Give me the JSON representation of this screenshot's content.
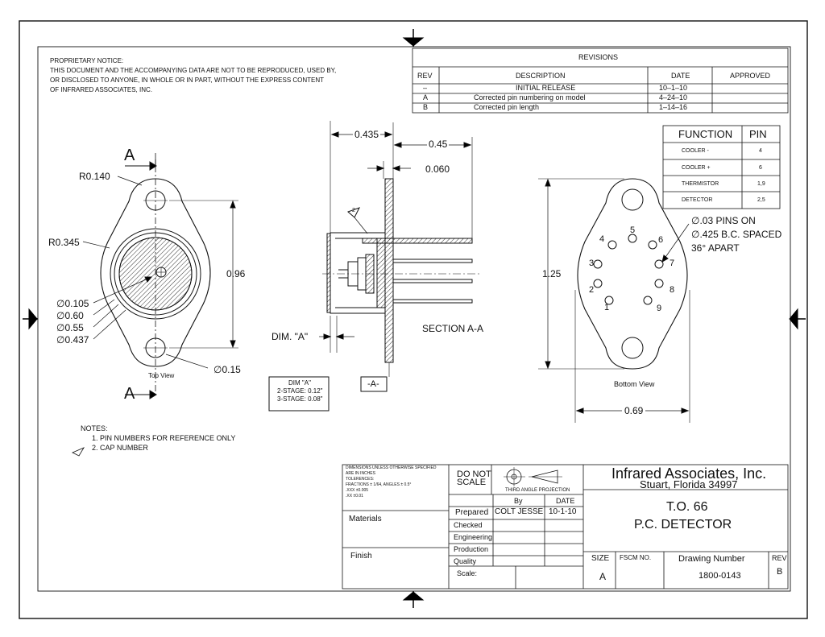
{
  "proprietary_notice": {
    "title": "PROPRIETARY NOTICE:",
    "lines": [
      "THIS DOCUMENT AND THE ACCOMPANYING DATA ARE NOT TO BE REPRODUCED, USED BY,",
      "OR DISCLOSED TO ANYONE, IN WHOLE OR IN PART, WITHOUT THE EXPRESS CONTENT",
      "OF INFRARED ASSOCIATES, INC."
    ]
  },
  "revisions": {
    "title": "REVISIONS",
    "headers": [
      "REV",
      "DESCRIPTION",
      "DATE",
      "APPROVED"
    ],
    "rows": [
      {
        "rev": "–",
        "desc": "INITIAL  RELEASE",
        "date": "10–1–10",
        "approved": ""
      },
      {
        "rev": "A",
        "desc": "Corrected  pin  numbering  on  model",
        "date": "4–24–10",
        "approved": ""
      },
      {
        "rev": "B",
        "desc": "Corrected  pin  length",
        "date": "1–14–16",
        "approved": ""
      }
    ]
  },
  "function_table": {
    "headers": [
      "FUNCTION",
      "PIN"
    ],
    "rows": [
      {
        "function": "COOLER  -",
        "pin": "4"
      },
      {
        "function": "COOLER  +",
        "pin": "6"
      },
      {
        "function": "THERMISTOR",
        "pin": "1,9"
      },
      {
        "function": "DETECTOR",
        "pin": "2,5"
      }
    ]
  },
  "top_view": {
    "section_mark": "A",
    "caption": "Top View",
    "dims": {
      "r_outer": "R0.140",
      "r_body": "R0.345",
      "d_105": "∅0.105",
      "d_60": "∅0.60",
      "d_55": "∅0.55",
      "d_437": "∅0.437",
      "d_15": "∅0.15",
      "h_96": "0.96"
    }
  },
  "section_view": {
    "title": "SECTION A-A",
    "dims": {
      "d_435": "0.435",
      "d_45": "0.45",
      "d_060": "0.060",
      "dim_a": "DIM. \"A\""
    },
    "callout": "2",
    "datum": "-A-",
    "dim_a_box": {
      "title": "DIM \"A\"",
      "line1": "2-STAGE: 0.12\"",
      "line2": "3-STAGE: 0.08\""
    }
  },
  "bottom_view": {
    "caption": "Bottom View",
    "pin_note": [
      "∅.03 PINS ON",
      "∅.425 B.C. SPACED",
      "36° APART"
    ],
    "dims": {
      "h_125": "1.25",
      "w_69": "0.69"
    },
    "pin_numbers": [
      "1",
      "2",
      "3",
      "4",
      "5",
      "6",
      "7",
      "8",
      "9"
    ]
  },
  "notes": {
    "title": "NOTES:",
    "items": [
      "1.  PIN NUMBERS FOR REFERENCE ONLY",
      "2.  CAP NUMBER"
    ]
  },
  "title_block": {
    "tolerances": [
      "DIMENSIONS UNLESS OTHERWISE SPECIFIED",
      "ARE IN INCHES",
      "TOLERENCES:",
      "FRACTIONS ± 1/64, ANGLES ± 0.5°",
      ".XXX  ±0.005",
      ".XX    ±0.01"
    ],
    "do_not_scale": [
      "DO NOT",
      "SCALE"
    ],
    "projection": "THIRD ANGLE PROJECTION",
    "company": "Infrared Associates, Inc.",
    "address": "Stuart, Florida 34997",
    "materials": "Materials",
    "finish": "Finish",
    "col_by": "By",
    "col_date": "DATE",
    "rows": [
      {
        "label": "Prepared",
        "by": "COLT JESSE",
        "date": "10-1-10"
      },
      {
        "label": "Checked",
        "by": "",
        "date": ""
      },
      {
        "label": "Engineering",
        "by": "",
        "date": ""
      },
      {
        "label": "Production",
        "by": "",
        "date": ""
      },
      {
        "label": "Quality",
        "by": "",
        "date": ""
      }
    ],
    "scale_label": "Scale:",
    "title_line1": "T.O. 66",
    "title_line2": "P.C. DETECTOR",
    "size_label": "SIZE",
    "size_value": "A",
    "fscm_label": "FSCM NO.",
    "drawing_number_label": "Drawing Number",
    "drawing_number": "1800-0143",
    "rev_label": "REV",
    "rev_value": "B"
  }
}
